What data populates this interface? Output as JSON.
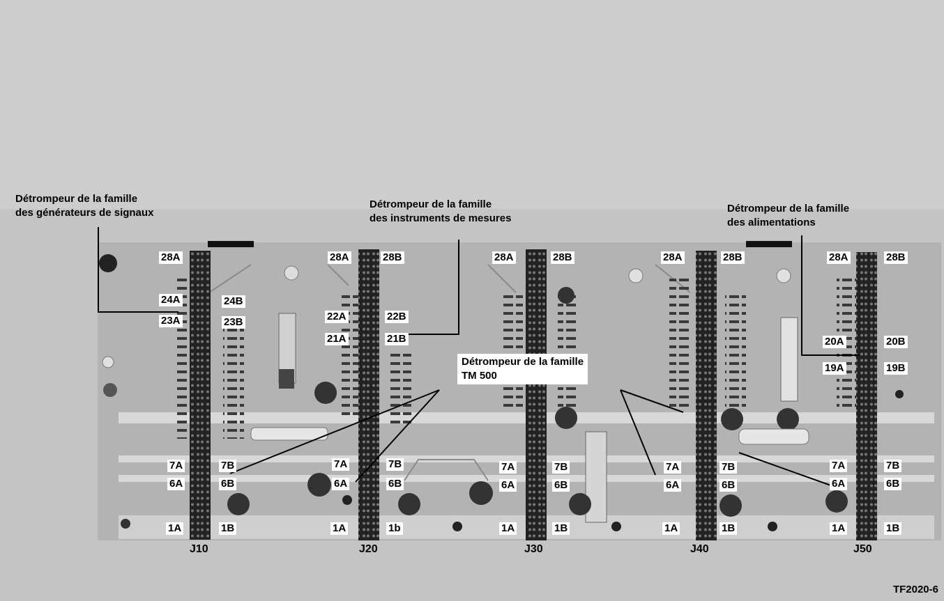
{
  "captions": {
    "signal_generators": [
      "Détrompeur de la famille",
      "des générateurs de signaux"
    ],
    "measuring_instruments": [
      "Détrompeur de la famille",
      "des instruments de mesures"
    ],
    "tm500": [
      "Détrompeur de la famille",
      "TM 500"
    ],
    "power_supplies": [
      "Détrompeur de la famille",
      "des alimentations"
    ]
  },
  "connectors": [
    {
      "label": "J10"
    },
    {
      "label": "J20"
    },
    {
      "label": "J30"
    },
    {
      "label": "J40"
    },
    {
      "label": "J50"
    }
  ],
  "pin_labels": {
    "j10": {
      "a": [
        "28A",
        "24A",
        "23A",
        "7A",
        "6A",
        "1A"
      ],
      "b": [
        "24B",
        "23B",
        "7B",
        "6B",
        "1B"
      ]
    },
    "j20": {
      "a": [
        "28A",
        "22A",
        "21A",
        "7A",
        "6A",
        "1A"
      ],
      "b": [
        "28B",
        "22B",
        "21B",
        "7B",
        "6B",
        "1b"
      ]
    },
    "j30": {
      "a": [
        "28A",
        "7A",
        "6A",
        "1A"
      ],
      "b": [
        "28B",
        "7B",
        "6B",
        "1B"
      ]
    },
    "j40": {
      "a": [
        "28A",
        "7A",
        "6A",
        "1A"
      ],
      "b": [
        "28B",
        "7B",
        "6B",
        "1B"
      ]
    },
    "j50": {
      "a": [
        "28A",
        "20A",
        "19A",
        "7A",
        "6A",
        "1A"
      ],
      "b": [
        "28B",
        "20B",
        "19B",
        "7B",
        "6B",
        "1B"
      ]
    }
  },
  "figure_id": "TF2020-6",
  "colors": {
    "background": "#ffffff",
    "board": "#b8b8b8",
    "connector": "#1a1a1a",
    "text": "#000000"
  }
}
